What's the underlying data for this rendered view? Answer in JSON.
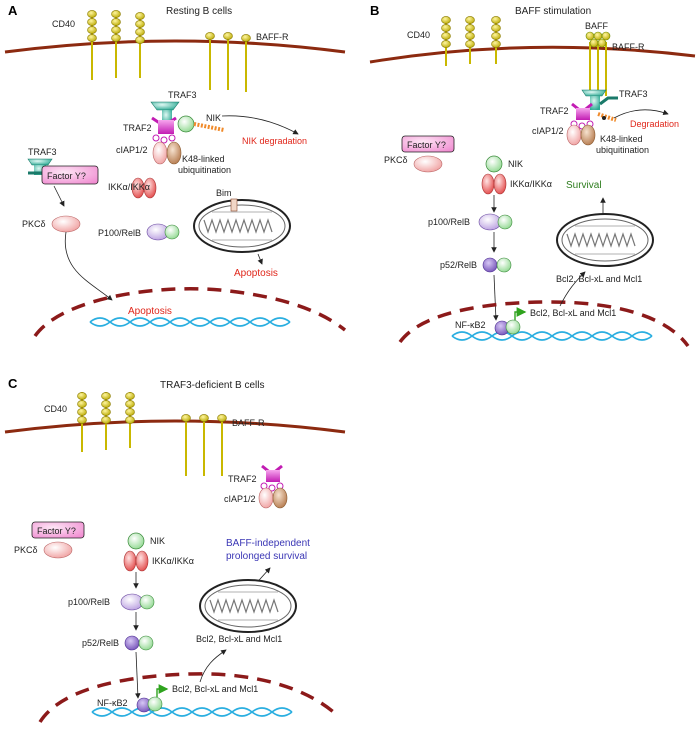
{
  "panel_a": {
    "letter": "A",
    "title": "Resting B cells",
    "cd40": "CD40",
    "baffr": "BAFF-R",
    "traf3_top": "TRAF3",
    "nik": "NIK",
    "traf2": "TRAF2",
    "ciap": "cIAP1/2",
    "nik_degradation": "NIK degradation",
    "traf3_left": "TRAF3",
    "factor_y": "Factor Y?",
    "k48": "K48-linked",
    "ubiq": "ubiquitination",
    "ikk": "IKKα/IKKα",
    "pkcd": "PKCδ",
    "bim": "Bim",
    "p100": "P100/RelB",
    "apoptosis_mito": "Apoptosis",
    "apoptosis_nuc": "Apoptosis"
  },
  "panel_b": {
    "letter": "B",
    "title": "BAFF stimulation",
    "cd40": "CD40",
    "baff": "BAFF",
    "baffr": "BAFF-R",
    "traf3": "TRAF3",
    "traf2": "TRAF2",
    "degradation": "Degradation",
    "factor_y": "Factor Y?",
    "ciap": "cIAP1/2",
    "k48": "K48-linked",
    "ubiq": "ubiquitination",
    "pkcd": "PKCδ",
    "nik": "NIK",
    "ikk": "IKKα/IKKα",
    "survival": "Survival",
    "p100": "p100/RelB",
    "p52": "p52/RelB",
    "bcl_mito": "Bcl2, Bcl-xL and Mcl1",
    "nfkb": "NF-κB2",
    "bcl_nuc": "Bcl2, Bcl-xL and Mcl1"
  },
  "panel_c": {
    "letter": "C",
    "title": "TRAF3-deficient B cells",
    "cd40": "CD40",
    "baffr": "BAFF-R",
    "traf2": "TRAF2",
    "ciap": "cIAP1/2",
    "factor_y": "Factor Y?",
    "pkcd": "PKCδ",
    "nik": "NIK",
    "ikk": "IKKα/IKKα",
    "survival_1": "BAFF-independent",
    "survival_2": "prolonged survival",
    "p100": "p100/RelB",
    "p52": "p52/RelB",
    "bcl_mito": "Bcl2, Bcl-xL and Mcl1",
    "nfkb": "NF-κB2",
    "bcl_nuc": "Bcl2, Bcl-xL and Mcl1"
  }
}
